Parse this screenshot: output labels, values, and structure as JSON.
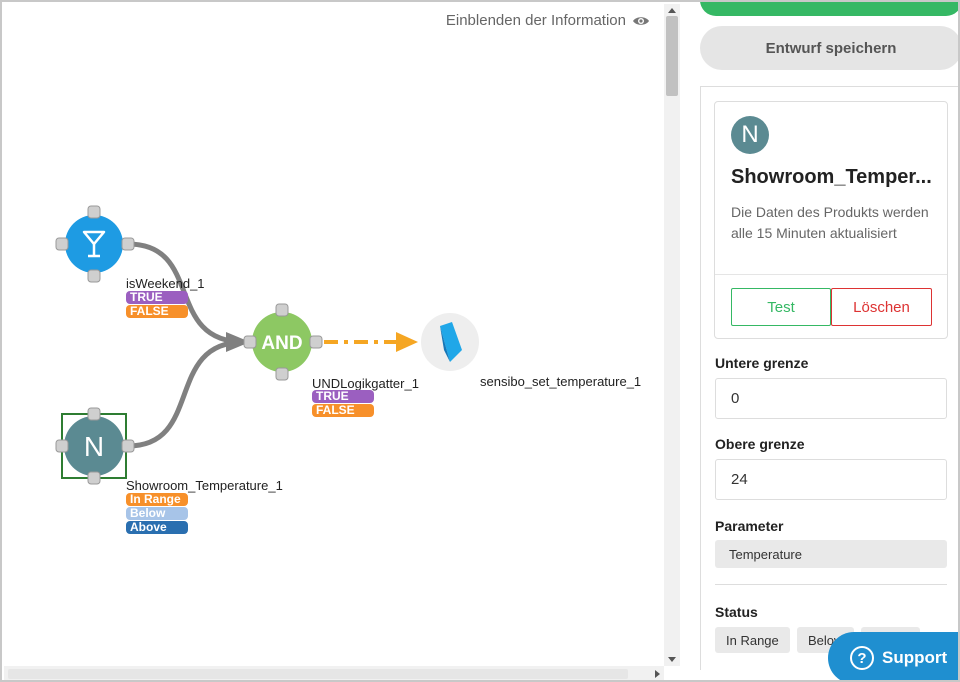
{
  "canvas": {
    "info_toggle_label": "Einblenden der Information",
    "nodes": {
      "is_weekend": {
        "label": "isWeekend_1",
        "tags": [
          "TRUE",
          "FALSE"
        ]
      },
      "and_gate": {
        "symbol": "AND",
        "label": "UNDLogikgatter_1",
        "tags": [
          "TRUE",
          "FALSE"
        ]
      },
      "sensibo": {
        "label": "sensibo_set_temperature_1"
      },
      "showroom": {
        "symbol": "N",
        "label": "Showroom_Temperature_1",
        "tags": [
          "In Range",
          "Below",
          "Above"
        ]
      }
    },
    "colors": {
      "weekend_node": "#1e9be3",
      "and_node": "#8dc863",
      "showroom_node": "#5b8a92",
      "connector": "#808080",
      "dashed_connector": "#f5a623"
    }
  },
  "panel": {
    "save_draft_label": "Entwurf speichern",
    "card": {
      "avatar_letter": "N",
      "title": "Showroom_Temper...",
      "description": "Die Daten des Produkts werden alle 15 Minuten aktualisiert",
      "test_label": "Test",
      "delete_label": "Löschen"
    },
    "lower_limit": {
      "label": "Untere grenze",
      "value": "0"
    },
    "upper_limit": {
      "label": "Obere grenze",
      "value": "24"
    },
    "parameter": {
      "label": "Parameter",
      "value": "Temperature"
    },
    "status": {
      "label": "Status",
      "options": [
        "In Range",
        "Below",
        "Above"
      ]
    }
  },
  "support_label": "Support"
}
